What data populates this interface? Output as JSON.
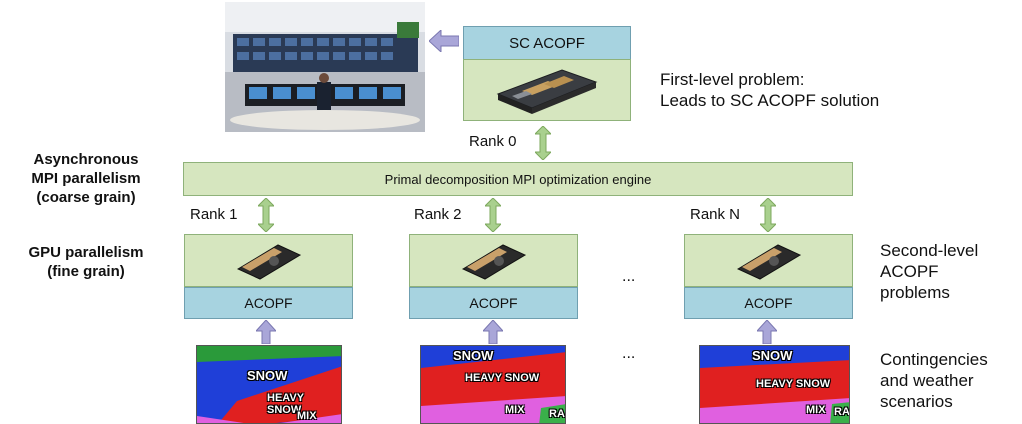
{
  "top": {
    "sc_acopf_label": "SC ACOPF",
    "first_level_line1": "First-level problem:",
    "first_level_line2": "Leads to SC ACOPF solution",
    "rank0_label": "Rank 0"
  },
  "left_labels": {
    "async_line1": "Asynchronous",
    "async_line2": "MPI parallelism",
    "async_line3": "(coarse grain)",
    "gpu_line1": "GPU parallelism",
    "gpu_line2": "(fine grain)"
  },
  "engine_label": "Primal decomposition MPI optimization engine",
  "ranks": [
    {
      "rank_label": "Rank 1",
      "acopf_label": "ACOPF"
    },
    {
      "rank_label": "Rank 2",
      "acopf_label": "ACOPF"
    },
    {
      "rank_label": "Rank N",
      "acopf_label": "ACOPF"
    }
  ],
  "ellipsis": "...",
  "right_labels": {
    "second_line1": "Second-level",
    "second_line2": "ACOPF",
    "second_line3": "problems",
    "cont_line1": "Contingencies",
    "cont_line2": "and weather",
    "cont_line3": "scenarios"
  },
  "maps": [
    {
      "snow": "SNOW",
      "heavy": "HEAVY SNOW",
      "mix": "MIX",
      "extra": ""
    },
    {
      "snow": "SNOW",
      "heavy": "HEAVY SNOW",
      "mix": "MIX",
      "extra": "RA"
    },
    {
      "snow": "SNOW",
      "heavy": "HEAVY SNOW",
      "mix": "MIX",
      "extra": "RA"
    }
  ],
  "colors": {
    "green_box": "#d6e6bf",
    "blue_box": "#a7d3e0",
    "arrow_green": "#a9d08e",
    "arrow_purple": "#a9a6d8"
  }
}
